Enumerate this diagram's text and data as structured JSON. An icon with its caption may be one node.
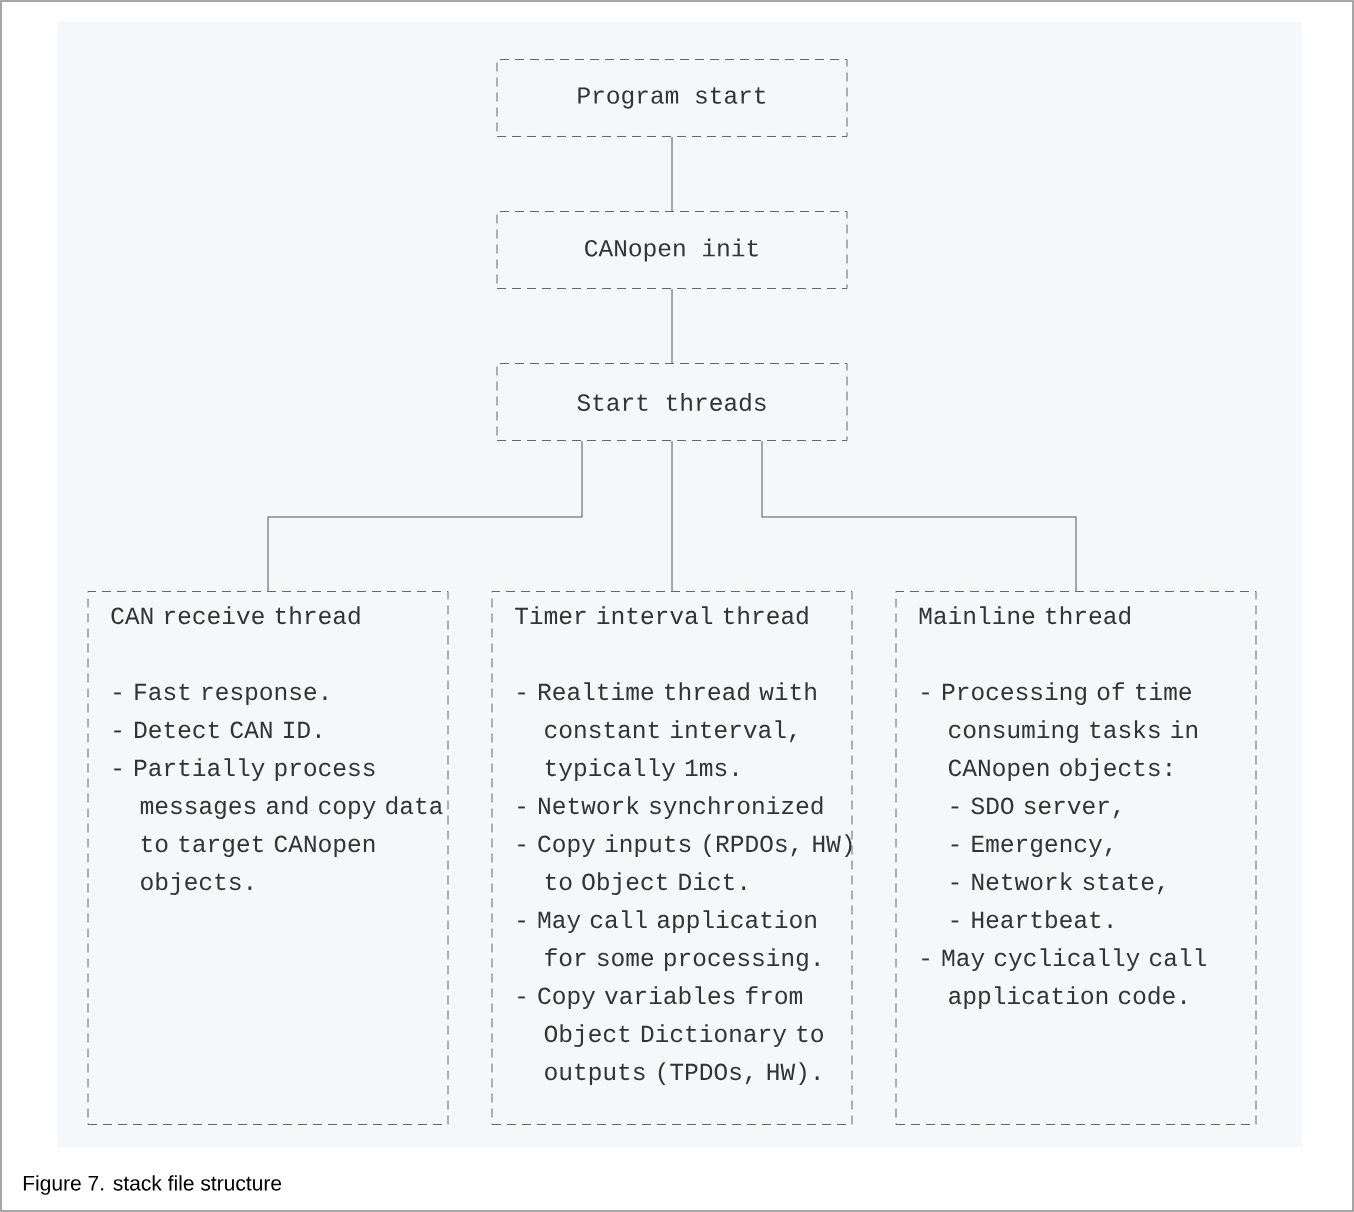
{
  "diagram": {
    "caption": "Figure 7. stack file structure",
    "nodes": [
      {
        "text": [
          "Program start"
        ]
      },
      {
        "text": [
          "CANopen init"
        ]
      },
      {
        "text": [
          "Start threads"
        ]
      },
      {
        "text": [
          "CAN receive thread",
          "- Fast response.",
          "- Detect CAN ID.",
          "- Partially process messages and copy data to target CANopen objects."
        ]
      },
      {
        "text": [
          "Timer interval thread",
          "- Realtime thread with constant interval, typically 1ms.",
          "- Network synchronized",
          "- Copy inputs (RPDOs, HW) to Object Dict.",
          "- May call application for some processing.",
          "- Copy variables from Object Dictionary to outputs (TPDOs, HW)."
        ]
      },
      {
        "text": [
          "Mainline thread",
          "- Processing of time consuming tasks in CANopen objects:",
          "- SDO server,",
          "- Emergency,",
          "- Network state,",
          "- Heartbeat.",
          "- May cyclically call application code."
        ]
      }
    ],
    "edges": [
      {
        "from": 0,
        "to": 1,
        "arrow": "none"
      },
      {
        "from": 1,
        "to": 2,
        "arrow": "none"
      },
      {
        "from": 2,
        "to": 3,
        "arrow": "none"
      },
      {
        "from": 2,
        "to": 4,
        "arrow": "none"
      },
      {
        "from": 2,
        "to": 5,
        "arrow": "none"
      }
    ]
  }
}
